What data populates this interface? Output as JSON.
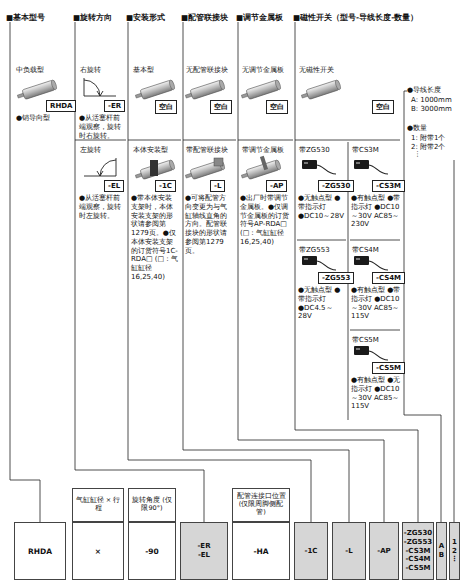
{
  "diagram": {
    "nodes": [
      {
        "text": [
          "RHDA"
        ]
      },
      {
        "text": [
          "-ER"
        ]
      },
      {
        "text": [
          "-EL"
        ]
      },
      {
        "text": [
          "空白"
        ]
      },
      {
        "text": [
          "-1C"
        ]
      },
      {
        "text": [
          "空白"
        ]
      },
      {
        "text": [
          "-L"
        ]
      },
      {
        "text": [
          "空白"
        ]
      },
      {
        "text": [
          "-AP"
        ]
      },
      {
        "text": [
          "空白"
        ]
      },
      {
        "text": [
          "-ZG530"
        ]
      },
      {
        "text": [
          "-CS3M"
        ]
      },
      {
        "text": [
          "-ZG553"
        ]
      },
      {
        "text": [
          "-CS4M"
        ]
      },
      {
        "text": [
          "-CS5M"
        ]
      },
      {
        "text": [
          "气缸缸径 × 行程"
        ]
      },
      {
        "text": [
          "旋转角度 (仅限90°)"
        ]
      },
      {
        "text": [
          "配管连接口位置 (仅限周脚侧配管)"
        ]
      },
      {
        "text": [
          "RHDA"
        ]
      },
      {
        "text": [
          "×"
        ]
      },
      {
        "text": [
          "-90"
        ]
      },
      {
        "text": [
          "-ER",
          "-EL"
        ]
      },
      {
        "text": [
          "-HA"
        ]
      },
      {
        "text": [
          "-1C"
        ]
      },
      {
        "text": [
          "-L"
        ]
      },
      {
        "text": [
          "-AP"
        ]
      },
      {
        "text": [
          "-ZG530",
          "-ZG553",
          "-CS3M",
          "-CS4M",
          "-CS5M"
        ]
      },
      {
        "text": [
          "A",
          "B"
        ]
      },
      {
        "text": [
          "1",
          "2",
          "⋮"
        ]
      }
    ],
    "labels": [
      "■基本型号",
      "■旋转方向",
      "■安装形式",
      "■配管联接块",
      "■调节金属板",
      "■磁性开关（型号-导线长度-数量）",
      "●导线长度",
      "A: 1000mm",
      "B: 3000mm",
      "●数量",
      "1: 附带1个",
      "2: 附带2个",
      "⋮",
      "中负载型",
      "●销导向型",
      "右旋转",
      "●从活塞杆前端观察，旋转时右旋转。",
      "左旋转",
      "●从活塞杆前端观察，旋转时左旋转。",
      "基本型",
      "本体安装型",
      "●带本体安装支架时，本体安装支架的形状请参阅第1279页。●仅本体安装支架的订货符号1C-RDA□ (□：气缸缸径16,25,40)",
      "无配管联接块",
      "带配管联接块",
      "●可将配管方向变更为与气缸轴线直角的方向。配管联接块的形状请参阅第1279页。",
      "无调节金属板",
      "带调节金属板",
      "●出厂时带调节金属板。●仅调节金属板的订货符号AP-RDA□ (□：气缸缸径16,25,40)",
      "无磁性开关",
      "带ZG530",
      "●无触点型 ●带指示灯 ●DC10～28V",
      "带CS3M",
      "●有触点型 ●带指示灯 ●DC10～30V AC85～230V",
      "带ZG553",
      "●无触点型 ●带指示灯 ●DC4.5～28V",
      "带CS4M",
      "●有触点型 ●带指示灯 ●DC10～30V AC85～115V",
      "带CS5M",
      "●有触点型 ●无指示灯 ●DC10～30V AC85～115V"
    ]
  }
}
